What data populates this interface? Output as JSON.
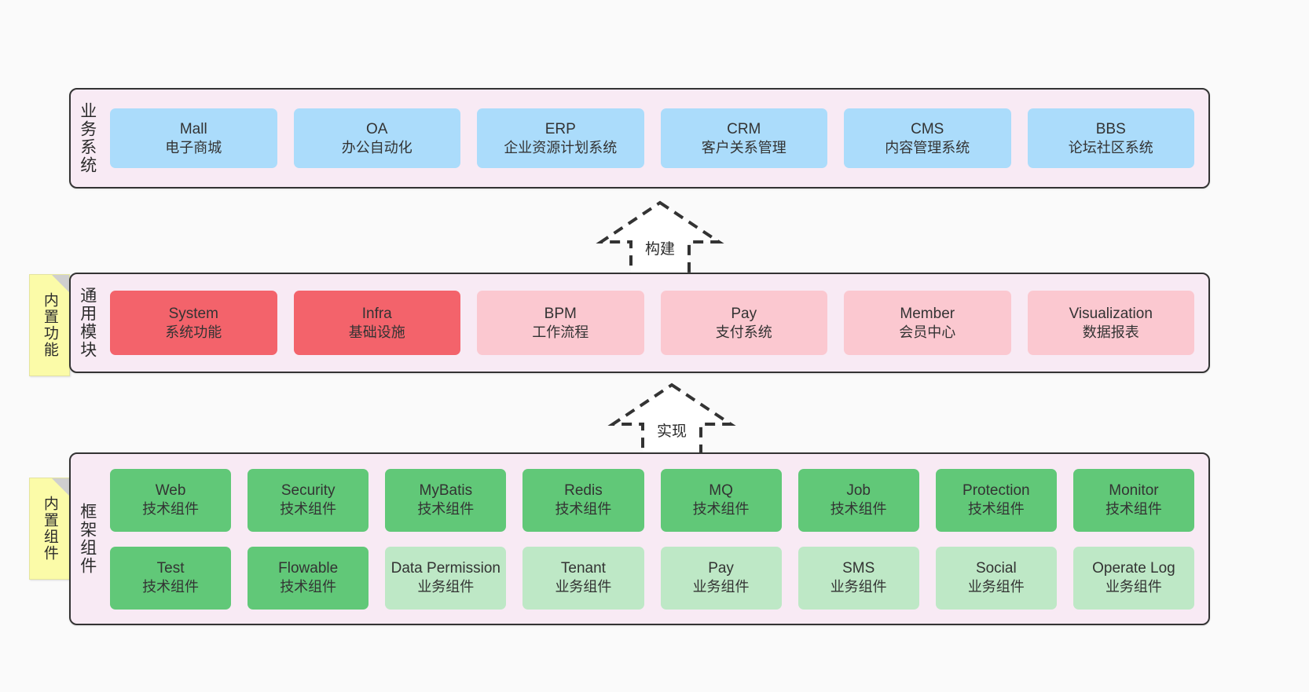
{
  "diagram": {
    "title": "",
    "colors": {
      "canvas_bg": "#FAFAFA",
      "layer_bg": "#F8EAF4",
      "layer_border": "#333333",
      "business_card": "#ABDCFB",
      "module_core": "#F3636B",
      "module_optional": "#FBC8D0",
      "frame_tech": "#61C878",
      "frame_business": "#BEE8C6",
      "tag_bg": "#FBFBA8",
      "tag_fold": "#CFCFCF"
    }
  },
  "layers": [
    {
      "id": "business",
      "title": "业务系统",
      "rows": [
        {
          "cards": [
            {
              "title": "Mall",
              "sub": "电子商城",
              "swatch": "sw-blue"
            },
            {
              "title": "OA",
              "sub": "办公自动化",
              "swatch": "sw-blue"
            },
            {
              "title": "ERP",
              "sub": "企业资源计划系统",
              "swatch": "sw-blue"
            },
            {
              "title": "CRM",
              "sub": "客户关系管理",
              "swatch": "sw-blue"
            },
            {
              "title": "CMS",
              "sub": "内容管理系统",
              "swatch": "sw-blue"
            },
            {
              "title": "BBS",
              "sub": "论坛社区系统",
              "swatch": "sw-blue"
            }
          ]
        }
      ]
    },
    {
      "id": "module",
      "title": "通用模块",
      "tag": "内置功能",
      "rows": [
        {
          "cards": [
            {
              "title": "System",
              "sub": "系统功能",
              "swatch": "sw-red"
            },
            {
              "title": "Infra",
              "sub": "基础设施",
              "swatch": "sw-red"
            },
            {
              "title": "BPM",
              "sub": "工作流程",
              "swatch": "sw-pink"
            },
            {
              "title": "Pay",
              "sub": "支付系统",
              "swatch": "sw-pink"
            },
            {
              "title": "Member",
              "sub": "会员中心",
              "swatch": "sw-pink"
            },
            {
              "title": "Visualization",
              "sub": "数据报表",
              "swatch": "sw-pink"
            }
          ]
        }
      ]
    },
    {
      "id": "frame",
      "title": "框架组件",
      "tag": "内置组件",
      "rows": [
        {
          "cards": [
            {
              "title": "Web",
              "sub": "技术组件",
              "swatch": "sw-green"
            },
            {
              "title": "Security",
              "sub": "技术组件",
              "swatch": "sw-green"
            },
            {
              "title": "MyBatis",
              "sub": "技术组件",
              "swatch": "sw-green"
            },
            {
              "title": "Redis",
              "sub": "技术组件",
              "swatch": "sw-green"
            },
            {
              "title": "MQ",
              "sub": "技术组件",
              "swatch": "sw-green"
            },
            {
              "title": "Job",
              "sub": "技术组件",
              "swatch": "sw-green"
            },
            {
              "title": "Protection",
              "sub": "技术组件",
              "swatch": "sw-green"
            },
            {
              "title": "Monitor",
              "sub": "技术组件",
              "swatch": "sw-green"
            }
          ]
        },
        {
          "cards": [
            {
              "title": "Test",
              "sub": "技术组件",
              "swatch": "sw-green"
            },
            {
              "title": "Flowable",
              "sub": "技术组件",
              "swatch": "sw-green"
            },
            {
              "title": "Data Permission",
              "sub": "业务组件",
              "swatch": "sw-lightgreen"
            },
            {
              "title": "Tenant",
              "sub": "业务组件",
              "swatch": "sw-lightgreen"
            },
            {
              "title": "Pay",
              "sub": "业务组件",
              "swatch": "sw-lightgreen"
            },
            {
              "title": "SMS",
              "sub": "业务组件",
              "swatch": "sw-lightgreen"
            },
            {
              "title": "Social",
              "sub": "业务组件",
              "swatch": "sw-lightgreen"
            },
            {
              "title": "Operate Log",
              "sub": "业务组件",
              "swatch": "sw-lightgreen"
            }
          ]
        }
      ]
    }
  ],
  "arrows": [
    {
      "id": "build",
      "label": "构建",
      "direction": "up",
      "style": "dashed-hollow"
    },
    {
      "id": "impl",
      "label": "实现",
      "direction": "up",
      "style": "dashed-hollow"
    }
  ]
}
